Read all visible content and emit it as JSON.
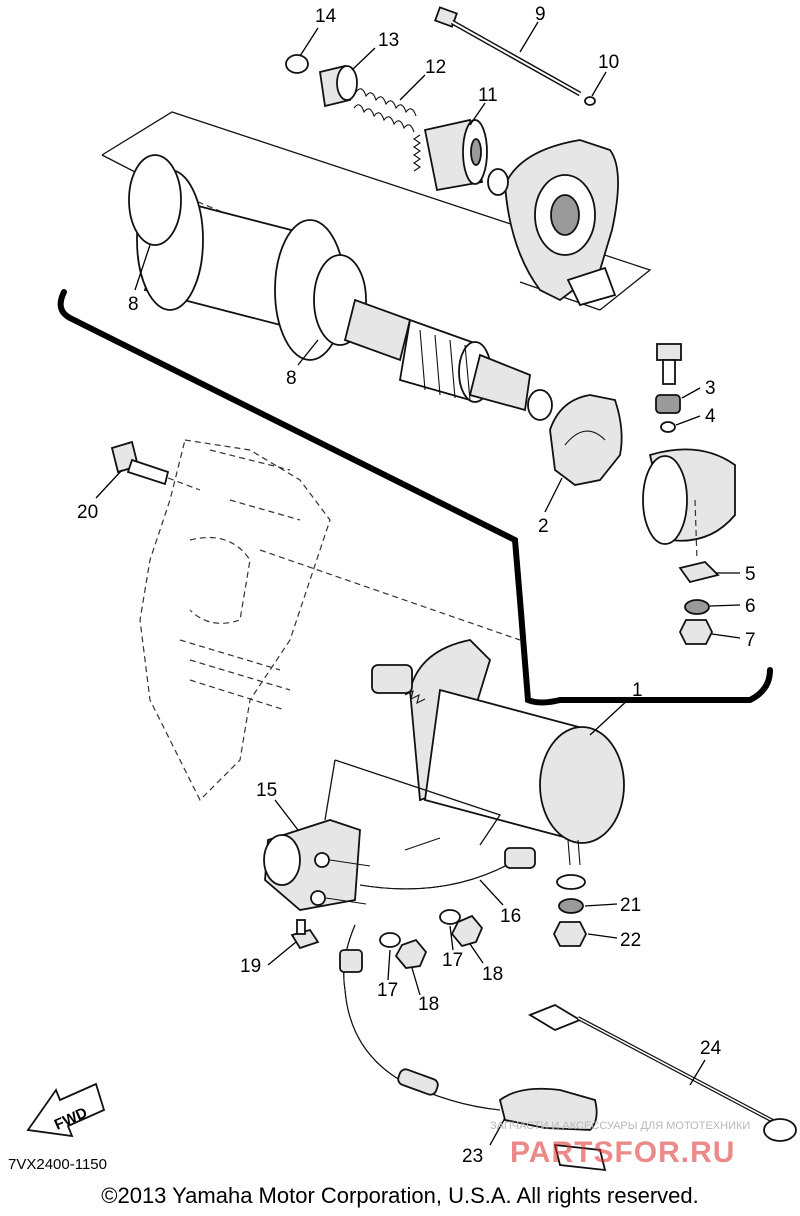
{
  "callouts": [
    {
      "id": "c14",
      "label": "14"
    },
    {
      "id": "c13",
      "label": "13"
    },
    {
      "id": "c12",
      "label": "12"
    },
    {
      "id": "c11",
      "label": "11"
    },
    {
      "id": "c9",
      "label": "9"
    },
    {
      "id": "c10",
      "label": "10"
    },
    {
      "id": "c8a",
      "label": "8"
    },
    {
      "id": "c8b",
      "label": "8"
    },
    {
      "id": "c3",
      "label": "3"
    },
    {
      "id": "c4",
      "label": "4"
    },
    {
      "id": "c2",
      "label": "2"
    },
    {
      "id": "c20",
      "label": "20"
    },
    {
      "id": "c5",
      "label": "5"
    },
    {
      "id": "c6",
      "label": "6"
    },
    {
      "id": "c7",
      "label": "7"
    },
    {
      "id": "c1",
      "label": "1"
    },
    {
      "id": "c15",
      "label": "15"
    },
    {
      "id": "c16",
      "label": "16"
    },
    {
      "id": "c21",
      "label": "21"
    },
    {
      "id": "c22",
      "label": "22"
    },
    {
      "id": "c17a",
      "label": "17"
    },
    {
      "id": "c18a",
      "label": "18"
    },
    {
      "id": "c19",
      "label": "19"
    },
    {
      "id": "c17b",
      "label": "17"
    },
    {
      "id": "c18b",
      "label": "18"
    },
    {
      "id": "c24",
      "label": "24"
    },
    {
      "id": "c23",
      "label": "23"
    }
  ],
  "fwd_label": "FWD",
  "diagram_code": "7VX2400-1150",
  "copyright": "©2013 Yamaha Motor Corporation, U.S.A. All rights reserved.",
  "watermark": {
    "tagline": "ЗАПЧАСТИ И АКСЕССУАРЫ ДЛЯ МОТОТЕХНИКИ",
    "logo": "PARTSFOR.RU",
    "color": "#dc2828"
  }
}
